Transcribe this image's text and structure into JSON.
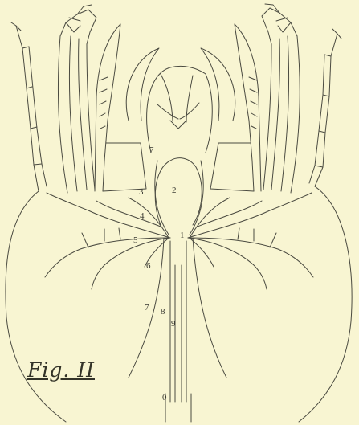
{
  "figure": {
    "caption": "Fig. II",
    "labels": [
      "1",
      "2",
      "3",
      "4",
      "5",
      "6",
      "7",
      "7",
      "8",
      "9",
      "0"
    ],
    "colors": {
      "paper": "#f8f5d2",
      "ink": "#4a4a40"
    }
  }
}
